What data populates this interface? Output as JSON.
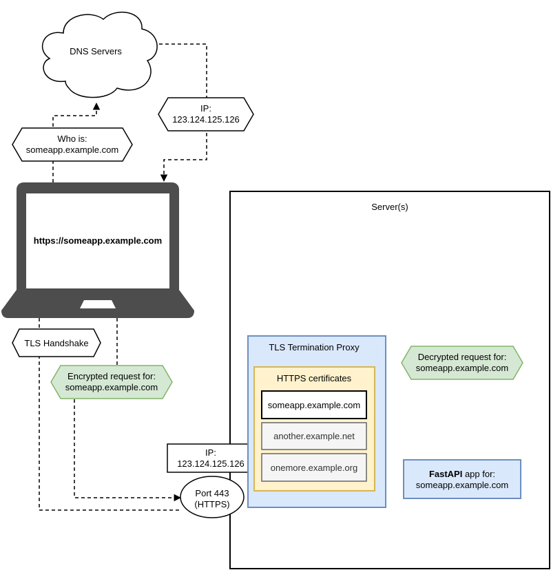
{
  "dns": {
    "label": "DNS Servers"
  },
  "who_is": {
    "line1": "Who is:",
    "line2": "someapp.example.com"
  },
  "ip_reply": {
    "line1": "IP:",
    "line2": "123.124.125.126"
  },
  "laptop": {
    "url": "https://someapp.example.com"
  },
  "tls_handshake": {
    "label": "TLS Handshake"
  },
  "encrypted_request": {
    "line1": "Encrypted request for:",
    "line2": "someapp.example.com"
  },
  "server_ip": {
    "line1": "IP:",
    "line2": "123.124.125.126"
  },
  "port": {
    "line1": "Port 443",
    "line2": "(HTTPS)"
  },
  "server": {
    "label": "Server(s)"
  },
  "proxy": {
    "label": "TLS Termination Proxy"
  },
  "certificates": {
    "label": "HTTPS certificates",
    "items": [
      "someapp.example.com",
      "another.example.net",
      "onemore.example.org"
    ]
  },
  "decrypted_request": {
    "line1": "Decrypted request for:",
    "line2": "someapp.example.com"
  },
  "fastapi": {
    "name": "FastAPI",
    "suffix": " app for:",
    "line2": "someapp.example.com"
  },
  "colors": {
    "laptop": "#4d4d4d",
    "proxy_fill": "#dae8fc",
    "proxy_stroke": "#6c8ebf",
    "cert_fill": "#fff2cc",
    "cert_stroke": "#d6b656",
    "green_fill": "#d5e8d4",
    "green_stroke": "#82b366",
    "grey_fill": "#f5f5f5",
    "grey_stroke": "#666666"
  }
}
